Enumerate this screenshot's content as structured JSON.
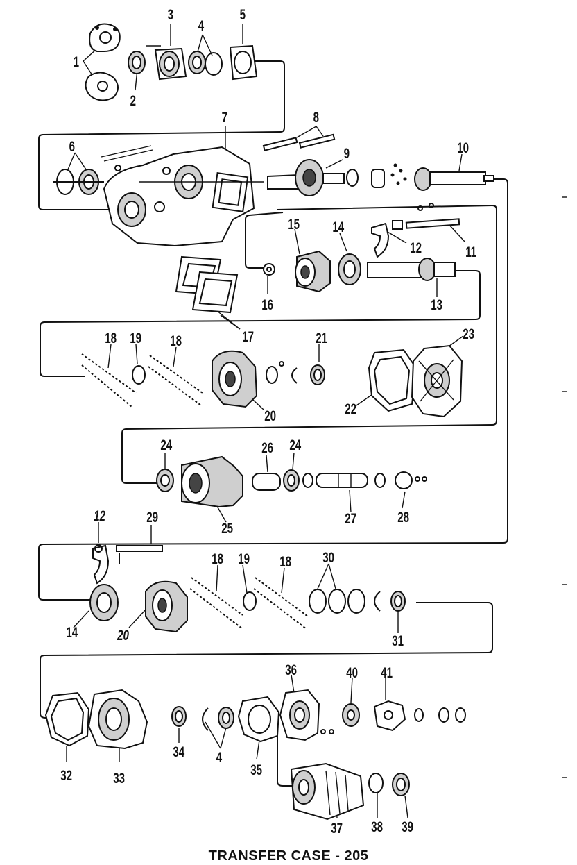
{
  "caption": "TRANSFER CASE - 205",
  "callouts": {
    "c1": "1",
    "c2": "2",
    "c3": "3",
    "c4a": "4",
    "c5": "5",
    "c6": "6",
    "c7": "7",
    "c8": "8",
    "c9": "9",
    "c10": "10",
    "c11": "11",
    "c12a": "12",
    "c13": "13",
    "c14a": "14",
    "c15": "15",
    "c16": "16",
    "c17": "17",
    "c18a": "18",
    "c18b": "18",
    "c19a": "19",
    "c20a": "20",
    "c21": "21",
    "c22": "22",
    "c23": "23",
    "c24a": "24",
    "c24b": "24",
    "c25": "25",
    "c26": "26",
    "c27": "27",
    "c28": "28",
    "c12b": "12",
    "c29": "29",
    "c18c": "18",
    "c19b": "19",
    "c18d": "18",
    "c30": "30",
    "c14b": "14",
    "c20b": "20",
    "c31": "31",
    "c32": "32",
    "c33": "33",
    "c34": "34",
    "c4b": "4",
    "c35": "35",
    "c36": "36",
    "c37": "37",
    "c38": "38",
    "c39": "39",
    "c40": "40",
    "c41": "41"
  }
}
